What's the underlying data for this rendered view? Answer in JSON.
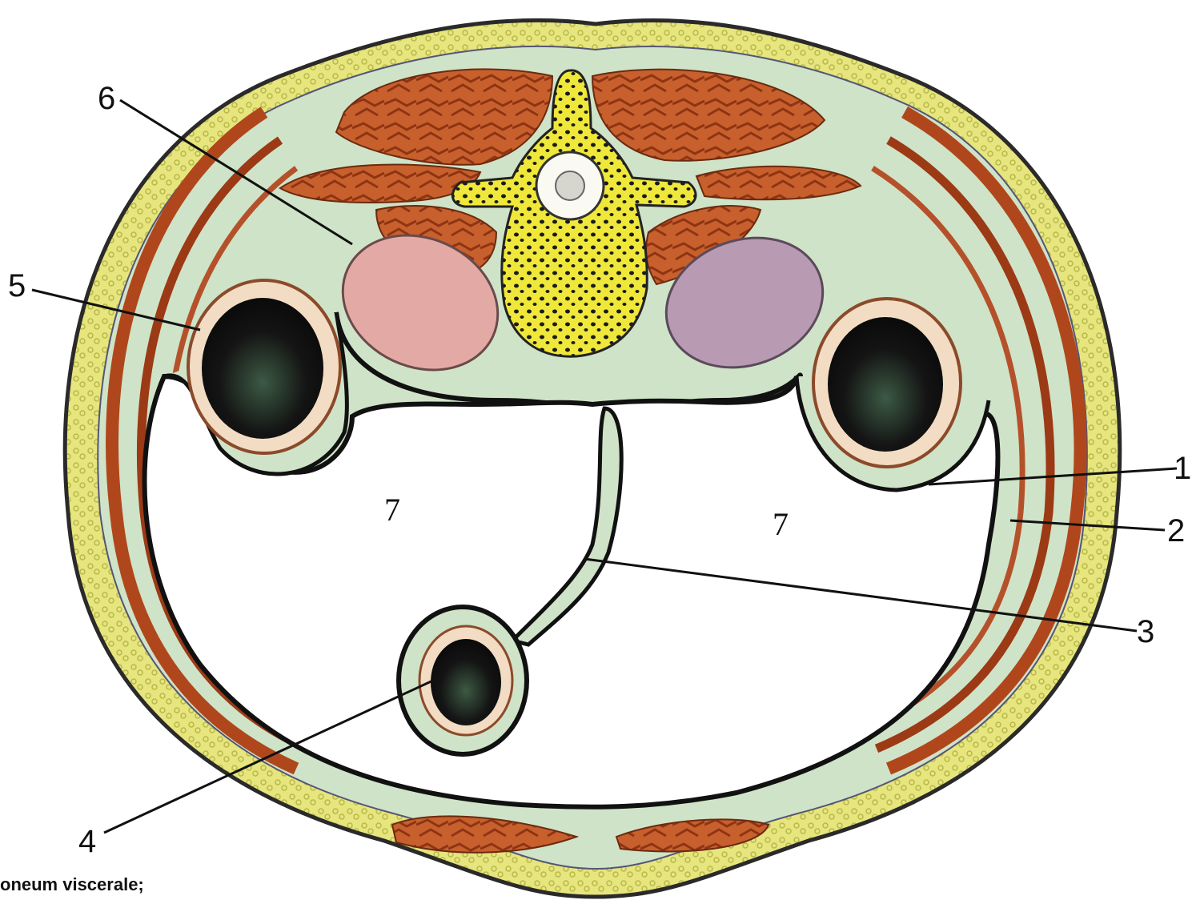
{
  "diagram": {
    "labels": {
      "l1": "1",
      "l2": "2",
      "l3": "3",
      "l4": "4",
      "l5": "5",
      "l6": "6",
      "l7a": "7",
      "l7b": "7"
    },
    "caption": "oneum viscerale;"
  },
  "colors": {
    "fat": "#e4e27a",
    "fat_dots": "#c2c24a",
    "muscle": "#b24a1e",
    "muscle_light": "#d8703a",
    "fascia": "#cfe4c9",
    "bone": "#f1ea3e",
    "organ_dark": "#1a1a1a",
    "kidney_left": "#d9a3a3",
    "kidney_right": "#b798ae",
    "line": "#111111"
  }
}
